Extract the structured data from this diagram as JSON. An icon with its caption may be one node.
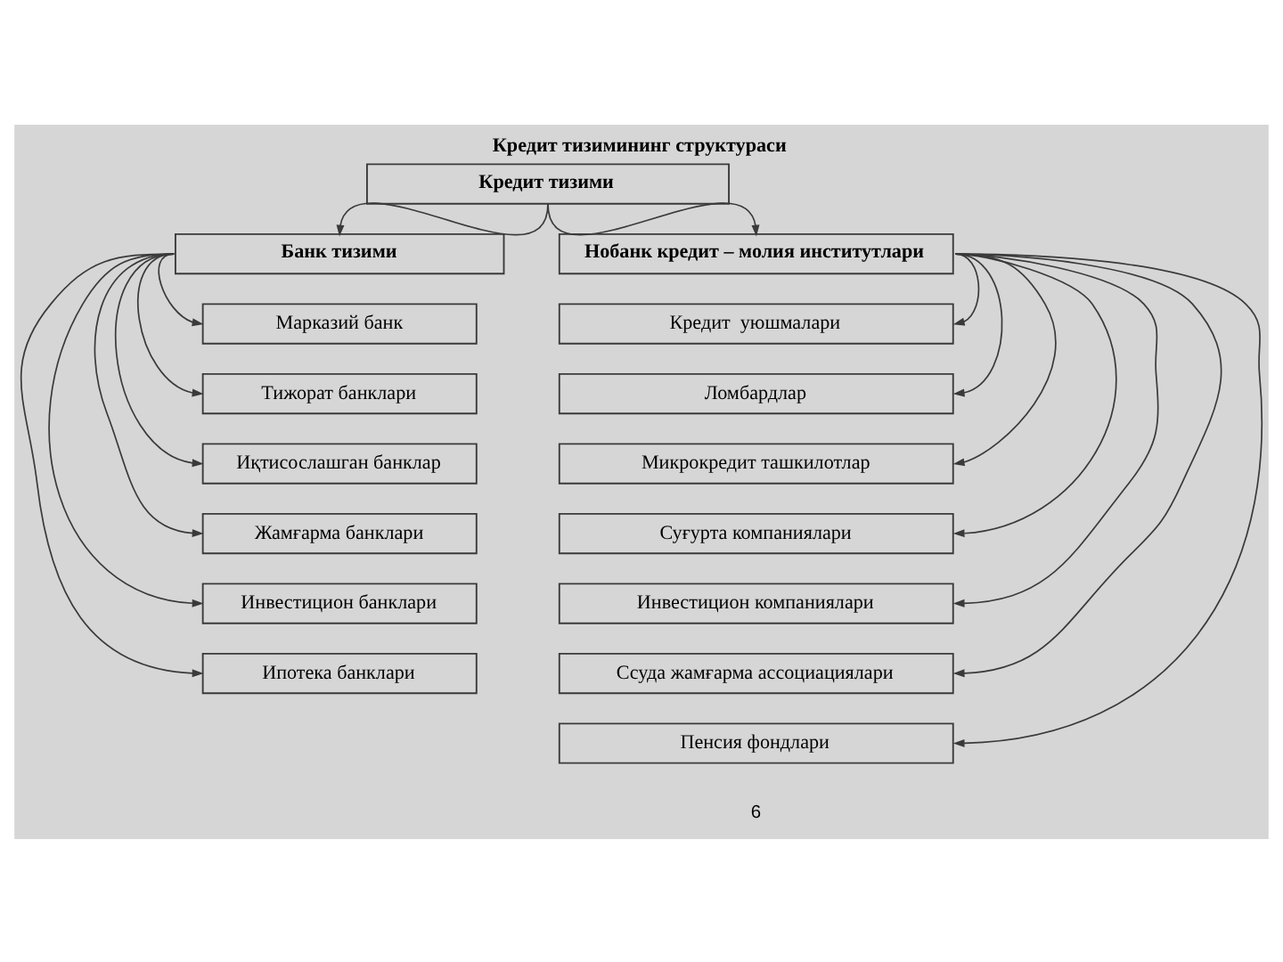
{
  "diagram": {
    "title": "Кредит тизимининг структураси",
    "nodes": [
      {
        "text": [
          "Кредит тизими"
        ]
      },
      {
        "text": [
          "Банк тизими"
        ]
      },
      {
        "text": [
          "Нобанк кредит – молия институтлари"
        ]
      },
      {
        "text": [
          "Марказий банк"
        ]
      },
      {
        "text": [
          "Тижорат банклари"
        ]
      },
      {
        "text": [
          "Иқтисослашган банклар"
        ]
      },
      {
        "text": [
          "Жамғарма банклари"
        ]
      },
      {
        "text": [
          "Инвестицион банклари"
        ]
      },
      {
        "text": [
          "Ипотека банклари"
        ]
      },
      {
        "text": [
          "Кредит  уюшмалари"
        ]
      },
      {
        "text": [
          "Ломбардлар"
        ]
      },
      {
        "text": [
          "Микрокредит ташкилотлар"
        ]
      },
      {
        "text": [
          "Суғурта компаниялари"
        ]
      },
      {
        "text": [
          "Инвестицион компаниялари"
        ]
      },
      {
        "text": [
          "Ссуда жамғарма ассоциациялари"
        ]
      },
      {
        "text": [
          "Пенсия фондлари"
        ]
      }
    ],
    "edges": [
      {
        "from": 0,
        "to": 1,
        "arrow": "to"
      },
      {
        "from": 0,
        "to": 2,
        "arrow": "to"
      },
      {
        "from": 1,
        "to": 3,
        "arrow": "to"
      },
      {
        "from": 1,
        "to": 4,
        "arrow": "to"
      },
      {
        "from": 1,
        "to": 5,
        "arrow": "to"
      },
      {
        "from": 1,
        "to": 6,
        "arrow": "to"
      },
      {
        "from": 1,
        "to": 7,
        "arrow": "to"
      },
      {
        "from": 1,
        "to": 8,
        "arrow": "to"
      },
      {
        "from": 2,
        "to": 9,
        "arrow": "to"
      },
      {
        "from": 2,
        "to": 10,
        "arrow": "to"
      },
      {
        "from": 2,
        "to": 11,
        "arrow": "to"
      },
      {
        "from": 2,
        "to": 12,
        "arrow": "to"
      },
      {
        "from": 2,
        "to": 13,
        "arrow": "to"
      },
      {
        "from": 2,
        "to": 14,
        "arrow": "to"
      },
      {
        "from": 2,
        "to": 15,
        "arrow": "to"
      }
    ],
    "labels": [
      "6"
    ]
  }
}
